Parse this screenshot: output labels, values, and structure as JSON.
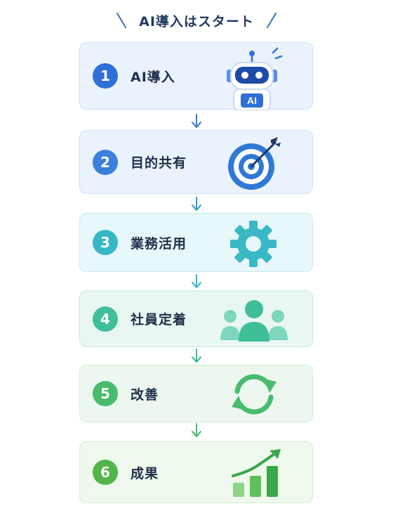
{
  "title": "AI導入はスタート",
  "steps": [
    {
      "number": "1",
      "label": "AI導入",
      "icon": "robot-icon",
      "badge_color": "#2f6fd8",
      "bg": "#eaf2fd",
      "border": "#cfe0f8",
      "icon_text": "AI"
    },
    {
      "number": "2",
      "label": "目的共有",
      "icon": "target-icon",
      "badge_color": "#3a80dc",
      "bg": "#eaf2fd",
      "border": "#cfe0f8"
    },
    {
      "number": "3",
      "label": "業務活用",
      "icon": "gear-icon",
      "badge_color": "#36b7c6",
      "bg": "#e8f7fa",
      "border": "#c6eaf0"
    },
    {
      "number": "4",
      "label": "社員定着",
      "icon": "team-icon",
      "badge_color": "#3fbe9a",
      "bg": "#e9f7f2",
      "border": "#c9ebde"
    },
    {
      "number": "5",
      "label": "改善",
      "icon": "refresh-cycle-icon",
      "badge_color": "#48bb6c",
      "bg": "#ecf8ef",
      "border": "#cdeed5"
    },
    {
      "number": "6",
      "label": "成果",
      "icon": "growth-chart-icon",
      "badge_color": "#52b54b",
      "bg": "#eef8ec",
      "border": "#d2edcb"
    }
  ],
  "arrow_colors": [
    "#2f78d6",
    "#2f9ad2",
    "#30b8c4",
    "#39bd8e",
    "#46b866"
  ]
}
